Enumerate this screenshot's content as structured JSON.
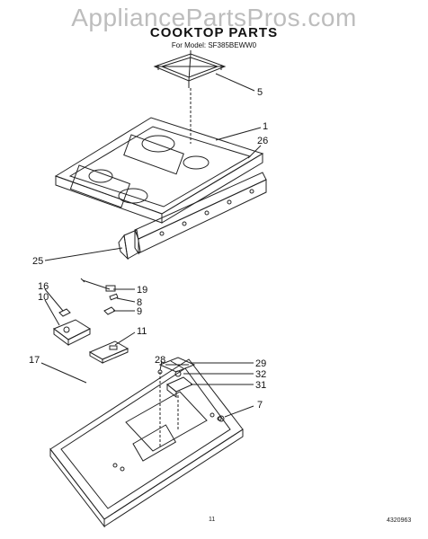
{
  "watermark": "AppliancePartsPros.com",
  "title": "COOKTOP PARTS",
  "subtitle": "For Model: SF385BEWW0",
  "callouts": [
    "5",
    "1",
    "26",
    "25",
    "16",
    "10",
    "19",
    "8",
    "9",
    "11",
    "17",
    "28",
    "29",
    "32",
    "31",
    "7"
  ],
  "page_number": "11",
  "doc_code": "4320963"
}
